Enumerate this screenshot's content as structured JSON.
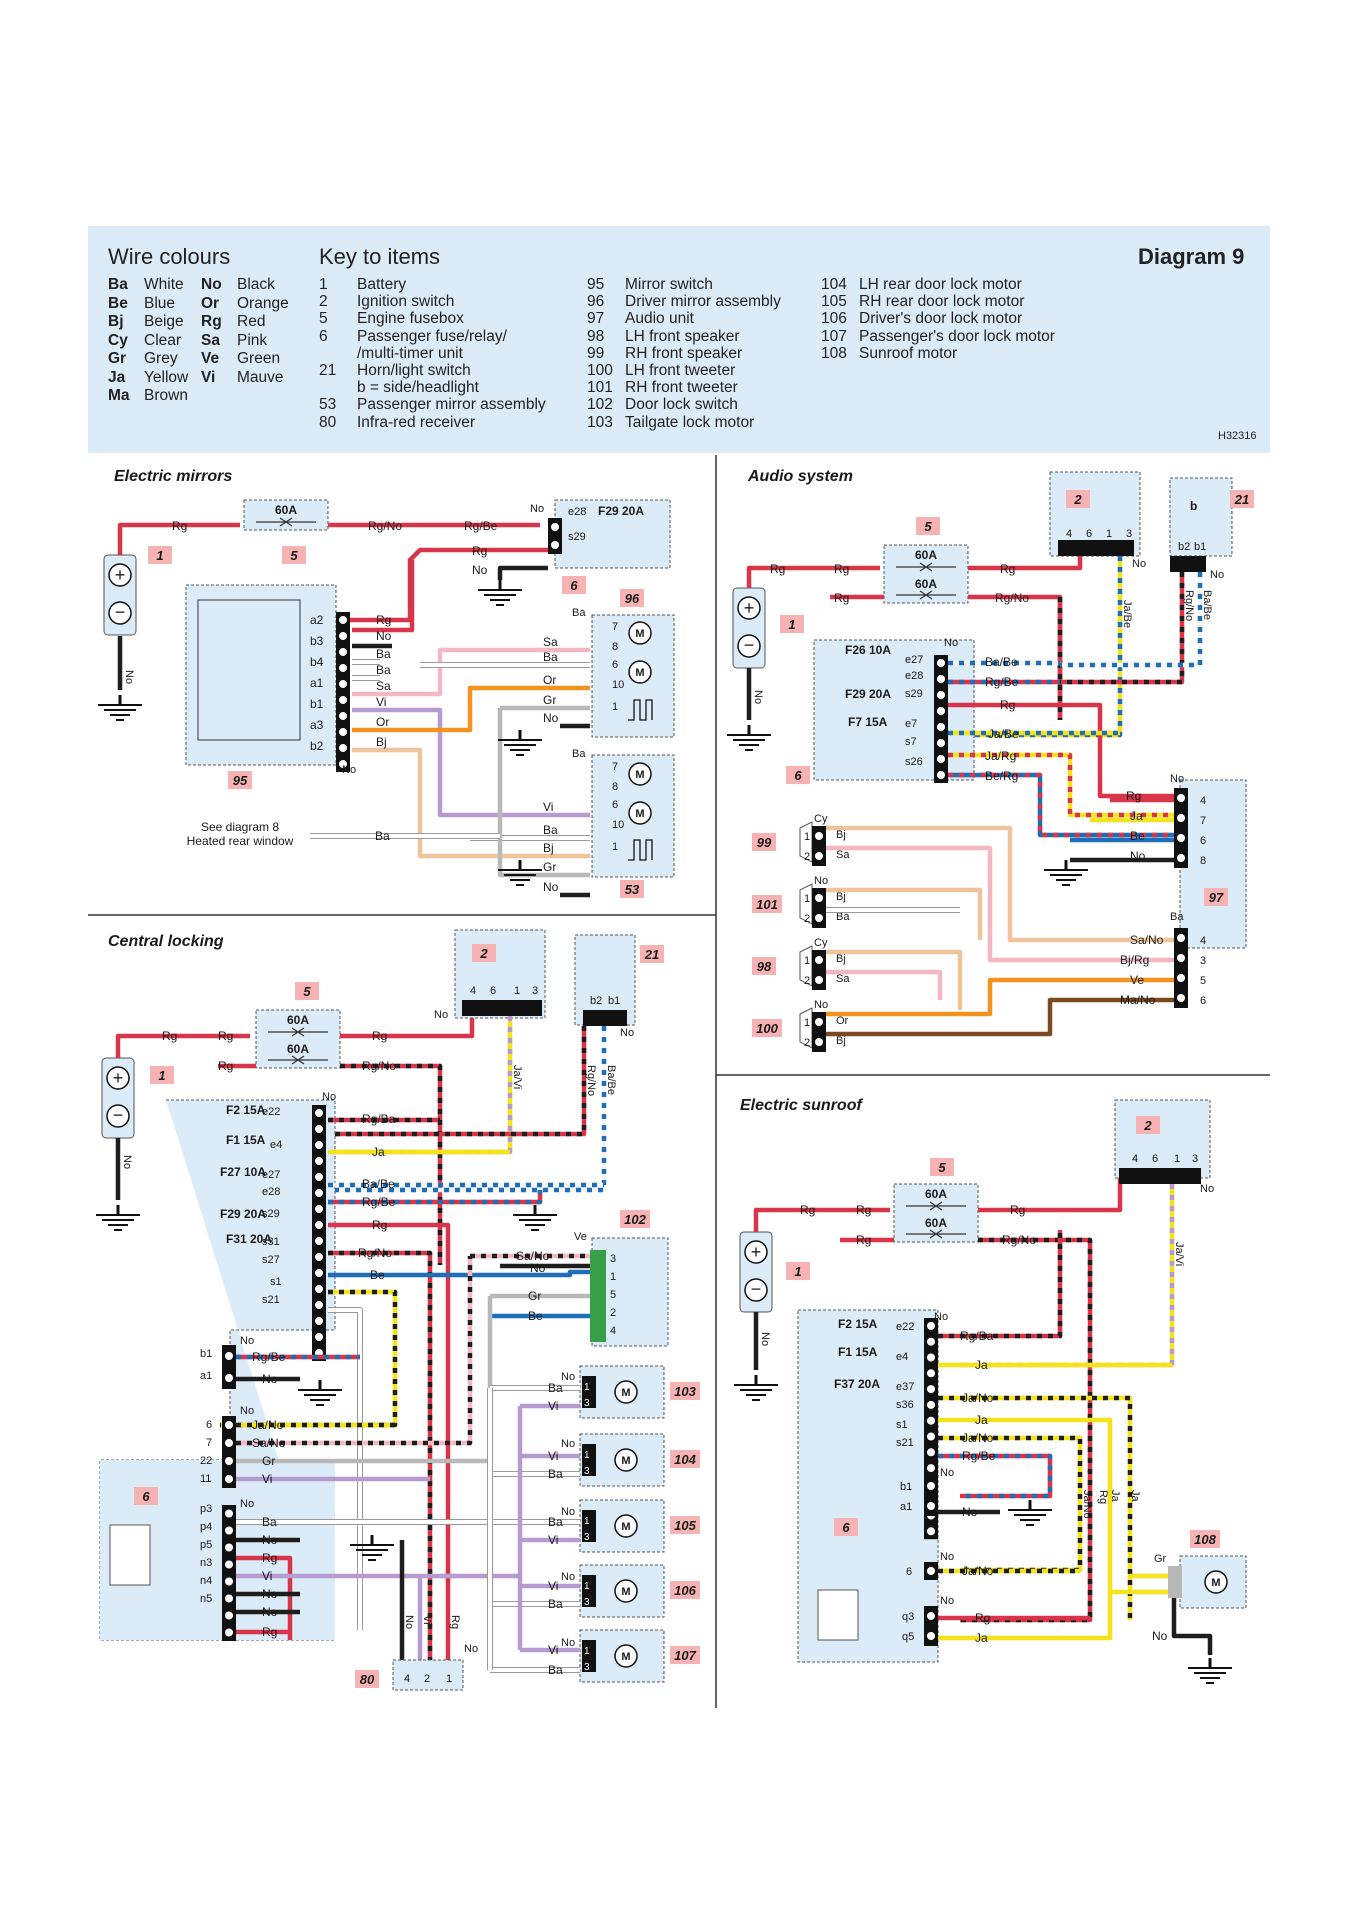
{
  "header": {
    "wire_colours_title": "Wire colours",
    "key_title": "Key to items",
    "diagram_title": "Diagram 9",
    "ref_code": "H32316",
    "wire_colours": [
      {
        "code": "Ba",
        "name": "White"
      },
      {
        "code": "Be",
        "name": "Blue"
      },
      {
        "code": "Bj",
        "name": "Beige"
      },
      {
        "code": "Cy",
        "name": "Clear"
      },
      {
        "code": "Gr",
        "name": "Grey"
      },
      {
        "code": "Ja",
        "name": "Yellow"
      },
      {
        "code": "Ma",
        "name": "Brown"
      },
      {
        "code": "No",
        "name": "Black"
      },
      {
        "code": "Or",
        "name": "Orange"
      },
      {
        "code": "Rg",
        "name": "Red"
      },
      {
        "code": "Sa",
        "name": "Pink"
      },
      {
        "code": "Ve",
        "name": "Green"
      },
      {
        "code": "Vi",
        "name": "Mauve"
      }
    ],
    "key_items": [
      {
        "n": "1",
        "t": "Battery"
      },
      {
        "n": "2",
        "t": "Ignition switch"
      },
      {
        "n": "5",
        "t": "Engine fusebox"
      },
      {
        "n": "6",
        "t": "Passenger fuse/relay/"
      },
      {
        "n": "",
        "t": "/multi-timer unit"
      },
      {
        "n": "21",
        "t": "Horn/light switch"
      },
      {
        "n": "",
        "t": "b = side/headlight"
      },
      {
        "n": "53",
        "t": "Passenger mirror assembly"
      },
      {
        "n": "80",
        "t": "Infra-red receiver"
      },
      {
        "n": "95",
        "t": "Mirror switch"
      },
      {
        "n": "96",
        "t": "Driver mirror assembly"
      },
      {
        "n": "97",
        "t": "Audio unit"
      },
      {
        "n": "98",
        "t": "LH front speaker"
      },
      {
        "n": "99",
        "t": "RH front speaker"
      },
      {
        "n": "100",
        "t": "LH front tweeter"
      },
      {
        "n": "101",
        "t": "RH front tweeter"
      },
      {
        "n": "102",
        "t": "Door lock switch"
      },
      {
        "n": "103",
        "t": "Tailgate lock motor"
      },
      {
        "n": "104",
        "t": "LH rear door lock motor"
      },
      {
        "n": "105",
        "t": "RH rear door lock motor"
      },
      {
        "n": "106",
        "t": "Driver's door lock motor"
      },
      {
        "n": "107",
        "t": "Passenger's door lock motor"
      },
      {
        "n": "108",
        "t": "Sunroof motor"
      }
    ]
  },
  "sections": {
    "mirrors": "Electric mirrors",
    "audio": "Audio system",
    "locking": "Central locking",
    "sunroof": "Electric sunroof"
  },
  "colors": {
    "Rg": "#d8354a",
    "No": "#1e1e1e",
    "Ba": "#f4f4f4",
    "Be": "#1e6fb8",
    "Bj": "#efc49c",
    "Sa": "#f3b7c4",
    "Gr": "#b8b8b8",
    "Ja": "#f4e21a",
    "Or": "#f3921e",
    "Vi": "#b59bd0",
    "Ve": "#35a046",
    "Ma": "#7a4a22",
    "box": "#dcebf8",
    "badge": "#f7b3b3"
  },
  "labels": {
    "fuse_60A": "60A",
    "fuse_F29": "F29 20A",
    "see_diagram": "See diagram 8",
    "heated_window": "Heated rear window"
  }
}
